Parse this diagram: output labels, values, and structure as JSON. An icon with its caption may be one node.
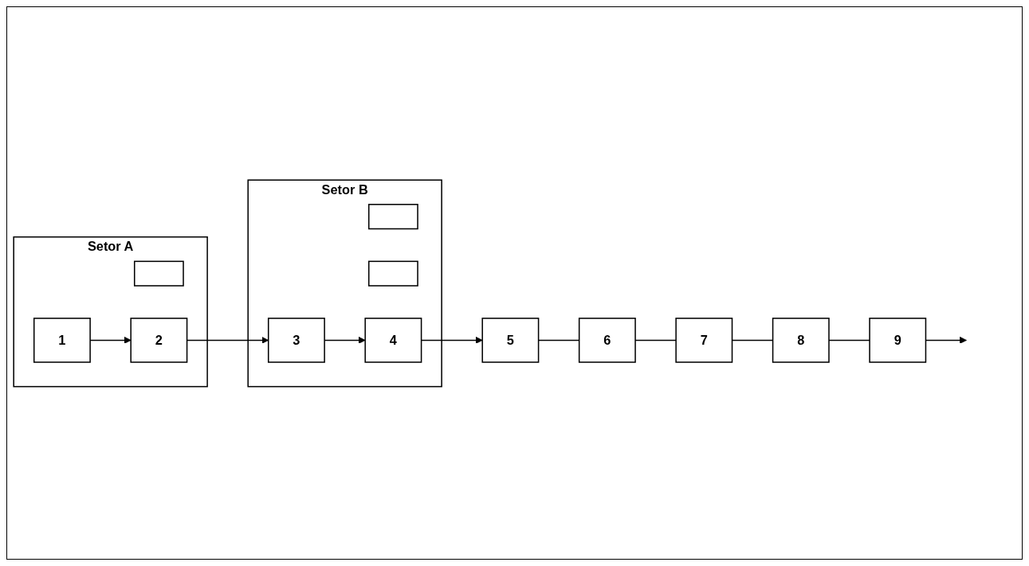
{
  "diagram": {
    "nodes": [
      {
        "text": [
          "Setor A"
        ]
      },
      {
        "text": [
          "1"
        ],
        "in": 0
      },
      {
        "text": [],
        "shape": "box",
        "in": 0
      },
      {
        "text": [
          "2"
        ],
        "in": 0
      },
      {
        "text": [
          "Setor B"
        ]
      },
      {
        "text": [
          "3"
        ],
        "in": 4
      },
      {
        "text": [],
        "shape": "box",
        "in": 4
      },
      {
        "text": [],
        "shape": "box",
        "in": 4
      },
      {
        "text": [
          "4"
        ],
        "in": 4
      },
      {
        "text": [
          "5"
        ]
      },
      {
        "text": [
          "6"
        ]
      },
      {
        "text": [
          "7"
        ]
      },
      {
        "text": [
          "8"
        ]
      },
      {
        "text": [
          "9"
        ]
      }
    ],
    "edges": [
      {
        "from": 1,
        "to": 3,
        "arrow": "to"
      },
      {
        "from": 3,
        "to": 5,
        "arrow": "to"
      },
      {
        "from": 5,
        "to": 8,
        "arrow": "to"
      },
      {
        "from": 8,
        "to": 9,
        "arrow": "to"
      },
      {
        "from": 9,
        "to": 10,
        "arrow": "none"
      },
      {
        "from": 10,
        "to": 11,
        "arrow": "none"
      },
      {
        "from": 11,
        "to": 12,
        "arrow": "none"
      },
      {
        "from": 12,
        "to": 13,
        "arrow": "none"
      },
      {
        "from": 13,
        "to": null,
        "arrow": "to"
      }
    ]
  }
}
